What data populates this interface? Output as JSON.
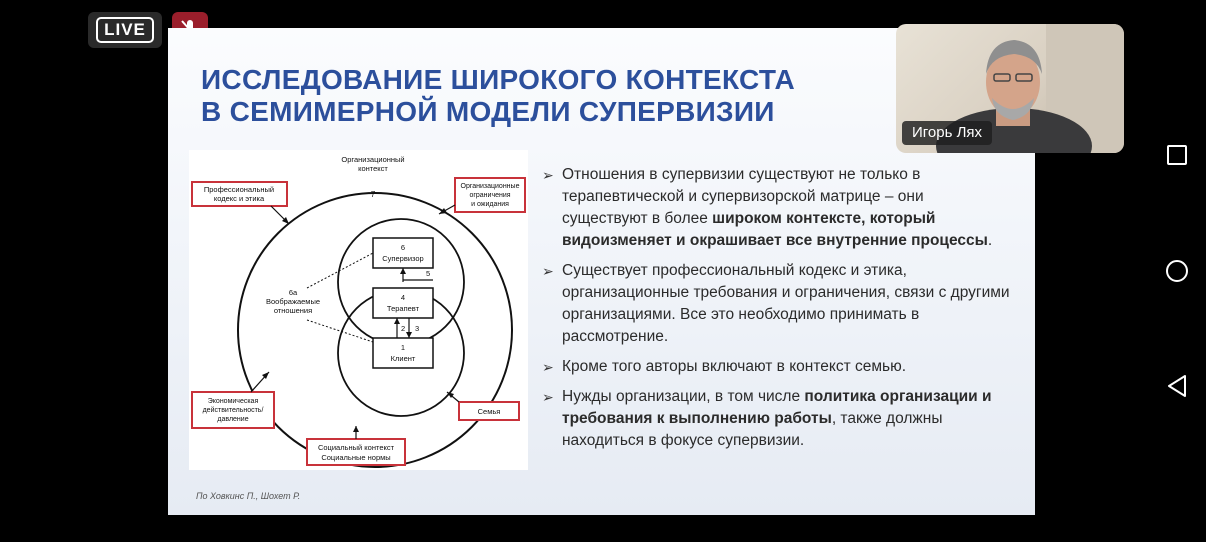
{
  "live_badge": {
    "label": "LIVE"
  },
  "mic": {
    "icon": "mic-muted-icon",
    "color": "#9a1e2b"
  },
  "camera": {
    "name": "Игорь Лях"
  },
  "slide": {
    "title_lines": [
      "ИССЛЕДОВАНИЕ ШИРОКОГО КОНТЕКСТА",
      "В СЕМИМЕРНОЙ МОДЕЛИ СУПЕРВИЗИИ"
    ],
    "title_color": "#2c4f9c",
    "source": "По Ховкинс П., Шохет Р.",
    "bullets": [
      [
        {
          "t": "Отношения в супервизии существуют не только в терапевтической и супервизорской матрице – они существуют в более ",
          "b": false
        },
        {
          "t": "широком контексте, который видоизменяет и окрашивает все внутренние процессы",
          "b": true
        },
        {
          "t": ".",
          "b": false
        }
      ],
      [
        {
          "t": "Существует профессиональный кодекс и этика, организационные требования и ограничения, связи с другими организациями. Все это необходимо принимать в рассмотрение.",
          "b": false
        }
      ],
      [
        {
          "t": "Кроме того авторы включают в контекст семью.",
          "b": false
        }
      ],
      [
        {
          "t": "Нужды организации, в том числе ",
          "b": false
        },
        {
          "t": "политика организации и требования к выполнению работы",
          "b": true
        },
        {
          "t": ", также должны находиться в фокусе супервизии.",
          "b": false
        }
      ]
    ]
  },
  "diagram": {
    "accent": "#c8323a",
    "org_context": [
      "Организационный",
      "контекст"
    ],
    "num7": "7",
    "prof_code": [
      "Профессиональный",
      "кодекс и этика"
    ],
    "org_limits": [
      "Организационные",
      "ограничения",
      "и ожидания"
    ],
    "sup_num": "6",
    "supervisor": "Супервизор",
    "n5": "5",
    "imag": [
      "6а",
      "Воображаемые",
      "отношения"
    ],
    "ther_num": "4",
    "therapist": "Терапевт",
    "n2": "2",
    "n3": "3",
    "client_num": "1",
    "client": "Клиент",
    "economic": [
      "Экономическая",
      "действительность/",
      "давление"
    ],
    "family": "Семья",
    "social": [
      "Социальный контекст",
      "Социальные нормы"
    ]
  },
  "nav": {
    "square": "recent-apps-icon",
    "circle": "home-icon",
    "triangle": "back-icon"
  }
}
